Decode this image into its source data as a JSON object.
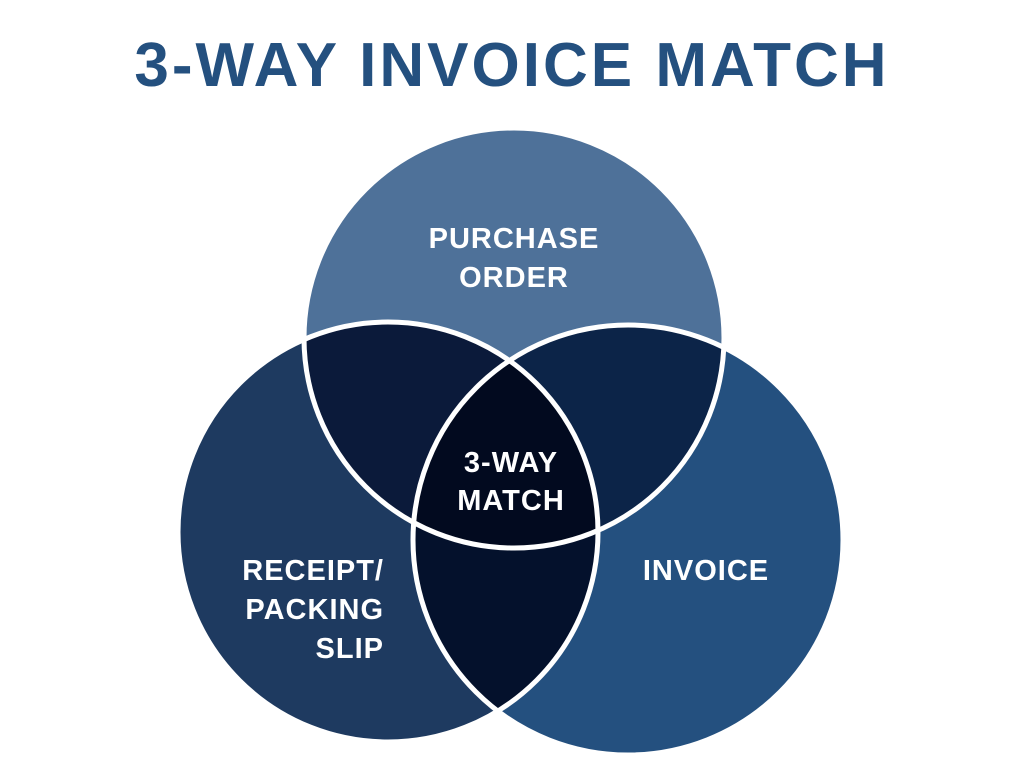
{
  "title": "3-WAY INVOICE MATCH",
  "sets": {
    "purchase_order": {
      "line1": "PURCHASE",
      "line2": "ORDER"
    },
    "receipt": {
      "line1": "RECEIPT/",
      "line2": "PACKING",
      "line3": "SLIP"
    },
    "invoice": {
      "line1": "INVOICE"
    }
  },
  "center": {
    "line1": "3-WAY",
    "line2": "MATCH"
  },
  "colors": {
    "title": "#24507f",
    "purchase_order": "#4e7199",
    "receipt": "#1e3a60",
    "invoice": "#24507f",
    "overlap_po_receipt": "#0b1a3a",
    "overlap_po_invoice": "#0c2448",
    "overlap_receipt_invoice": "#04112c",
    "center": "#020a1f",
    "outline": "#ffffff",
    "label": "#ffffff"
  }
}
